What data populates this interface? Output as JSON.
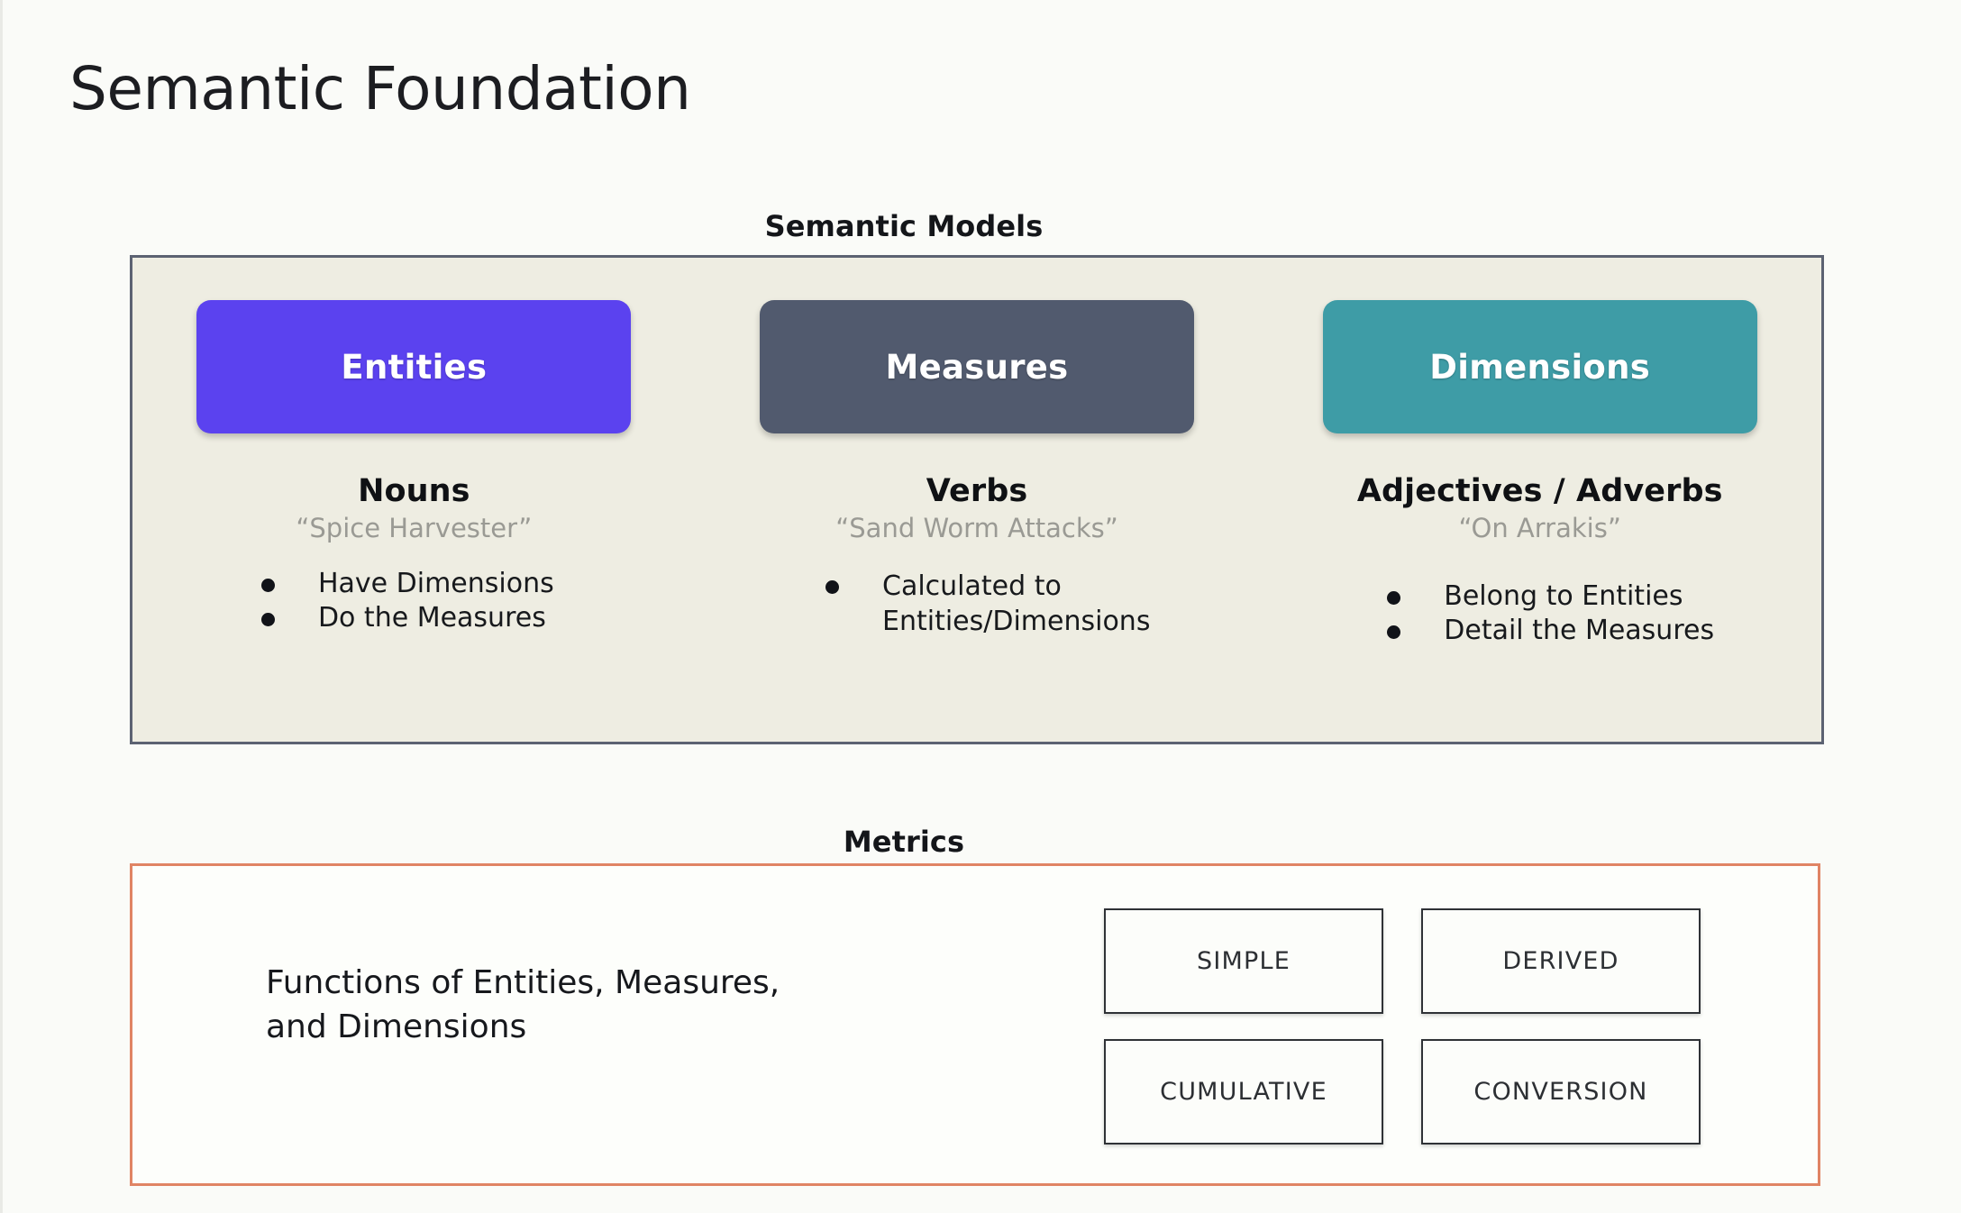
{
  "slide": {
    "title": "Semantic Foundation",
    "background_color": "#FAFBF8"
  },
  "semantic_models": {
    "heading": "Semantic Models",
    "panel_background": "#EEEDE2",
    "panel_border_color": "#5C6272",
    "columns": [
      {
        "box_label": "Entities",
        "box_color": "#5B42EF",
        "part_of_speech": "Nouns",
        "example": "“Spice Harvester”",
        "bullets": [
          "Have Dimensions",
          "Do the Measures"
        ]
      },
      {
        "box_label": "Measures",
        "box_color": "#515A6E",
        "part_of_speech": "Verbs",
        "example": "“Sand Worm Attacks”",
        "bullets": [
          "Calculated to Entities/Dimensions"
        ]
      },
      {
        "box_label": "Dimensions",
        "box_color": "#3E9CA6",
        "part_of_speech": "Adjectives / Adverbs",
        "example": "“On Arrakis”",
        "bullets": [
          "Belong to Entities",
          "Detail the Measures"
        ]
      }
    ]
  },
  "metrics": {
    "heading": "Metrics",
    "panel_border_color": "#E08464",
    "description_line_1": "Functions of Entities, Measures,",
    "description_line_2": "and Dimensions",
    "types": [
      "SIMPLE",
      "DERIVED",
      "CUMULATIVE",
      "CONVERSION"
    ]
  }
}
